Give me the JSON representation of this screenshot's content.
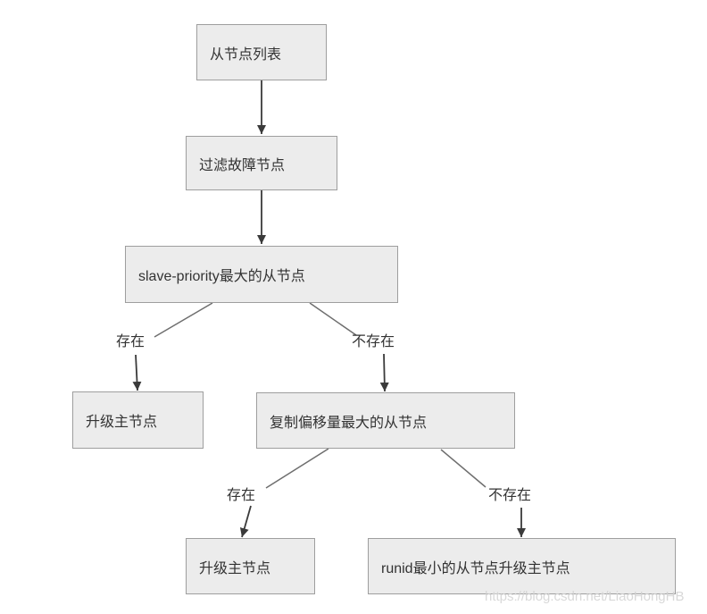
{
  "diagram": {
    "nodes": [
      {
        "id": "slave-list",
        "label": "从节点列表"
      },
      {
        "id": "filter-faulty",
        "label": "过滤故障节点"
      },
      {
        "id": "max-slave-priority",
        "label": "slave-priority最大的从节点"
      },
      {
        "id": "promote-master-1",
        "label": "升级主节点"
      },
      {
        "id": "max-repl-offset",
        "label": "复制偏移量最大的从节点"
      },
      {
        "id": "promote-master-2",
        "label": "升级主节点"
      },
      {
        "id": "min-runid-promote",
        "label": "runid最小的从节点升级主节点"
      }
    ],
    "edge_labels": [
      {
        "id": "exists-1",
        "label": "存在"
      },
      {
        "id": "not-exists-1",
        "label": "不存在"
      },
      {
        "id": "exists-2",
        "label": "存在"
      },
      {
        "id": "not-exists-2",
        "label": "不存在"
      }
    ],
    "watermark": "https://blog.csdn.net/LiaoHongHB",
    "colors": {
      "background": "#ffffff",
      "node_fill": "#ececec",
      "node_border": "#9e9e9e",
      "text": "#333333",
      "arrow": "#3a3a3a",
      "branch_line": "#6e6e6e",
      "watermark": "#d2d2d2"
    }
  }
}
